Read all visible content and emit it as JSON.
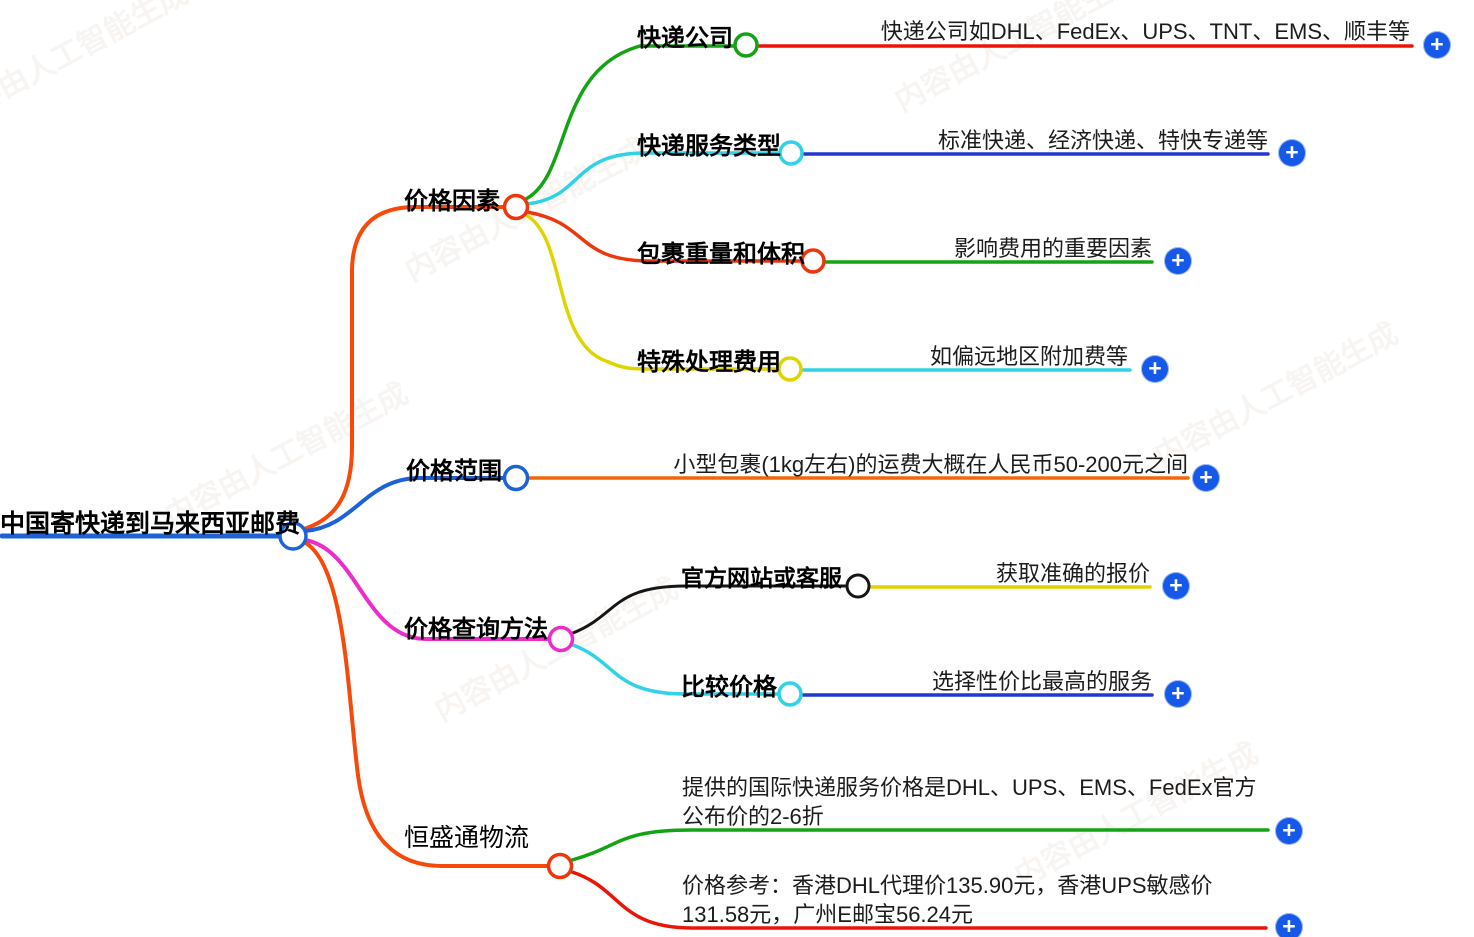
{
  "watermark": {
    "text": "内容由人工智能生成"
  },
  "ui": {
    "expand_icon": "+",
    "expand_button_color": "#1659e8"
  },
  "colors": {
    "blue": "#1b63d6",
    "orange": "#f74a0a",
    "red": "#ea1508",
    "scarlet": "#ee360d",
    "magenta": "#ec2cc8",
    "green": "#13a313",
    "cyan": "#2fd2e6",
    "yellow": "#e0d400",
    "navy": "#2438cf",
    "amber": "#f1680a",
    "black": "#161616"
  },
  "root": {
    "label": "中国寄快递到马来西亚邮费"
  },
  "branches": [
    {
      "label": "价格因素",
      "children": [
        {
          "label": "快递公司",
          "note": "快递公司如DHL、FedEx、UPS、TNT、EMS、顺丰等"
        },
        {
          "label": "快递服务类型",
          "note": "标准快递、经济快递、特快专递等"
        },
        {
          "label": "包裹重量和体积",
          "note": "影响费用的重要因素"
        },
        {
          "label": "特殊处理费用",
          "note": "如偏远地区附加费等"
        }
      ]
    },
    {
      "label": "价格范围",
      "note": "小型包裹(1kg左右)的运费大概在人民币50-200元之间"
    },
    {
      "label": "价格查询方法",
      "children": [
        {
          "label": "官方网站或客服",
          "note": "获取准确的报价"
        },
        {
          "label": "比较价格",
          "note": "选择性价比最高的服务"
        }
      ]
    },
    {
      "label": "恒盛通物流",
      "children": [
        {
          "note": "提供的国际快递服务价格是DHL、UPS、EMS、FedEx官方公布价的2-6折"
        },
        {
          "note": "价格参考：香港DHL代理价135.90元，香港UPS敏感价131.58元，广州E邮宝56.24元"
        }
      ]
    }
  ]
}
